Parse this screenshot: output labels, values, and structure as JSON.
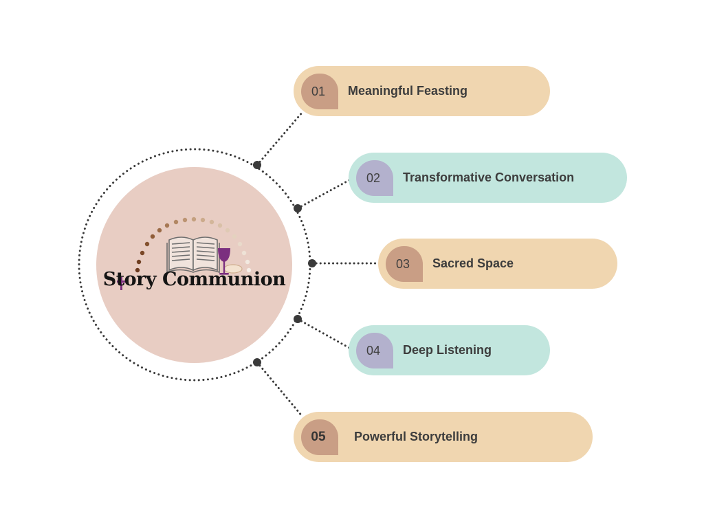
{
  "logo": {
    "text": "Story Communion"
  },
  "items": [
    {
      "number": "01",
      "label": "Meaningful Feasting"
    },
    {
      "number": "02",
      "label": "Transformative Conversation"
    },
    {
      "number": "03",
      "label": "Sacred Space"
    },
    {
      "number": "04",
      "label": "Deep Listening"
    },
    {
      "number": "05",
      "label": "Powerful Storytelling"
    }
  ],
  "colors": {
    "pill_sand": "#f0d6b0",
    "pill_mint": "#c2e6de",
    "badge_rose": "#c99e85",
    "badge_lilac": "#b3b1cd",
    "hub": "#e8cdc3",
    "logo_accent": "#7b2f7f",
    "dots": "#3a3a3a"
  }
}
